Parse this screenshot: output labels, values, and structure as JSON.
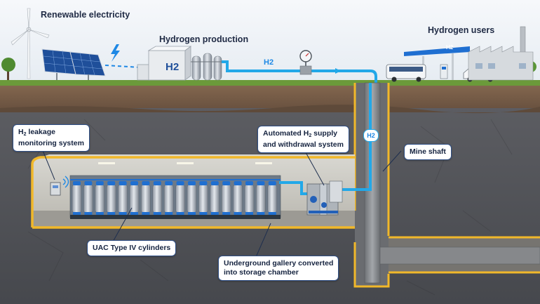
{
  "headings": {
    "renewable": "Renewable electricity",
    "production": "Hydrogen production",
    "users": "Hydrogen users"
  },
  "pipe_labels": {
    "surface": "H2",
    "shaft": "H2"
  },
  "electrolyzer_text": "H2",
  "station_sign": "H2",
  "callouts": {
    "leak_monitor": {
      "prefix": "H",
      "sub": "2",
      "suffix": " leakage",
      "line2": "monitoring system"
    },
    "supply": {
      "line1a": "Automated H",
      "sub": "2",
      "line1b": " supply",
      "line2": "and withdrawal system"
    },
    "mine_shaft": {
      "line1": "Mine shaft"
    },
    "cylinders": {
      "line1": "UAC Type IV cylinders"
    },
    "gallery": {
      "line1": "Underground gallery converted",
      "line2": "into storage chamber"
    }
  },
  "icons": [
    "wind-turbine-icon",
    "solar-panel-icon",
    "lightning-icon",
    "pressure-gauge-icon",
    "bus-icon",
    "car-icon",
    "factory-icon",
    "wifi-signal-icon",
    "tree-icon"
  ],
  "colors": {
    "sky": "#eef2f6",
    "grass": "#6b9a3a",
    "soil": "#7a6049",
    "rock": "#555860",
    "gallery_outline": "#f1b82a",
    "hydrogen_pipe": "#22a8e8",
    "cylinder_cap": "#1f6fd1",
    "label_border": "#2f4f86"
  }
}
